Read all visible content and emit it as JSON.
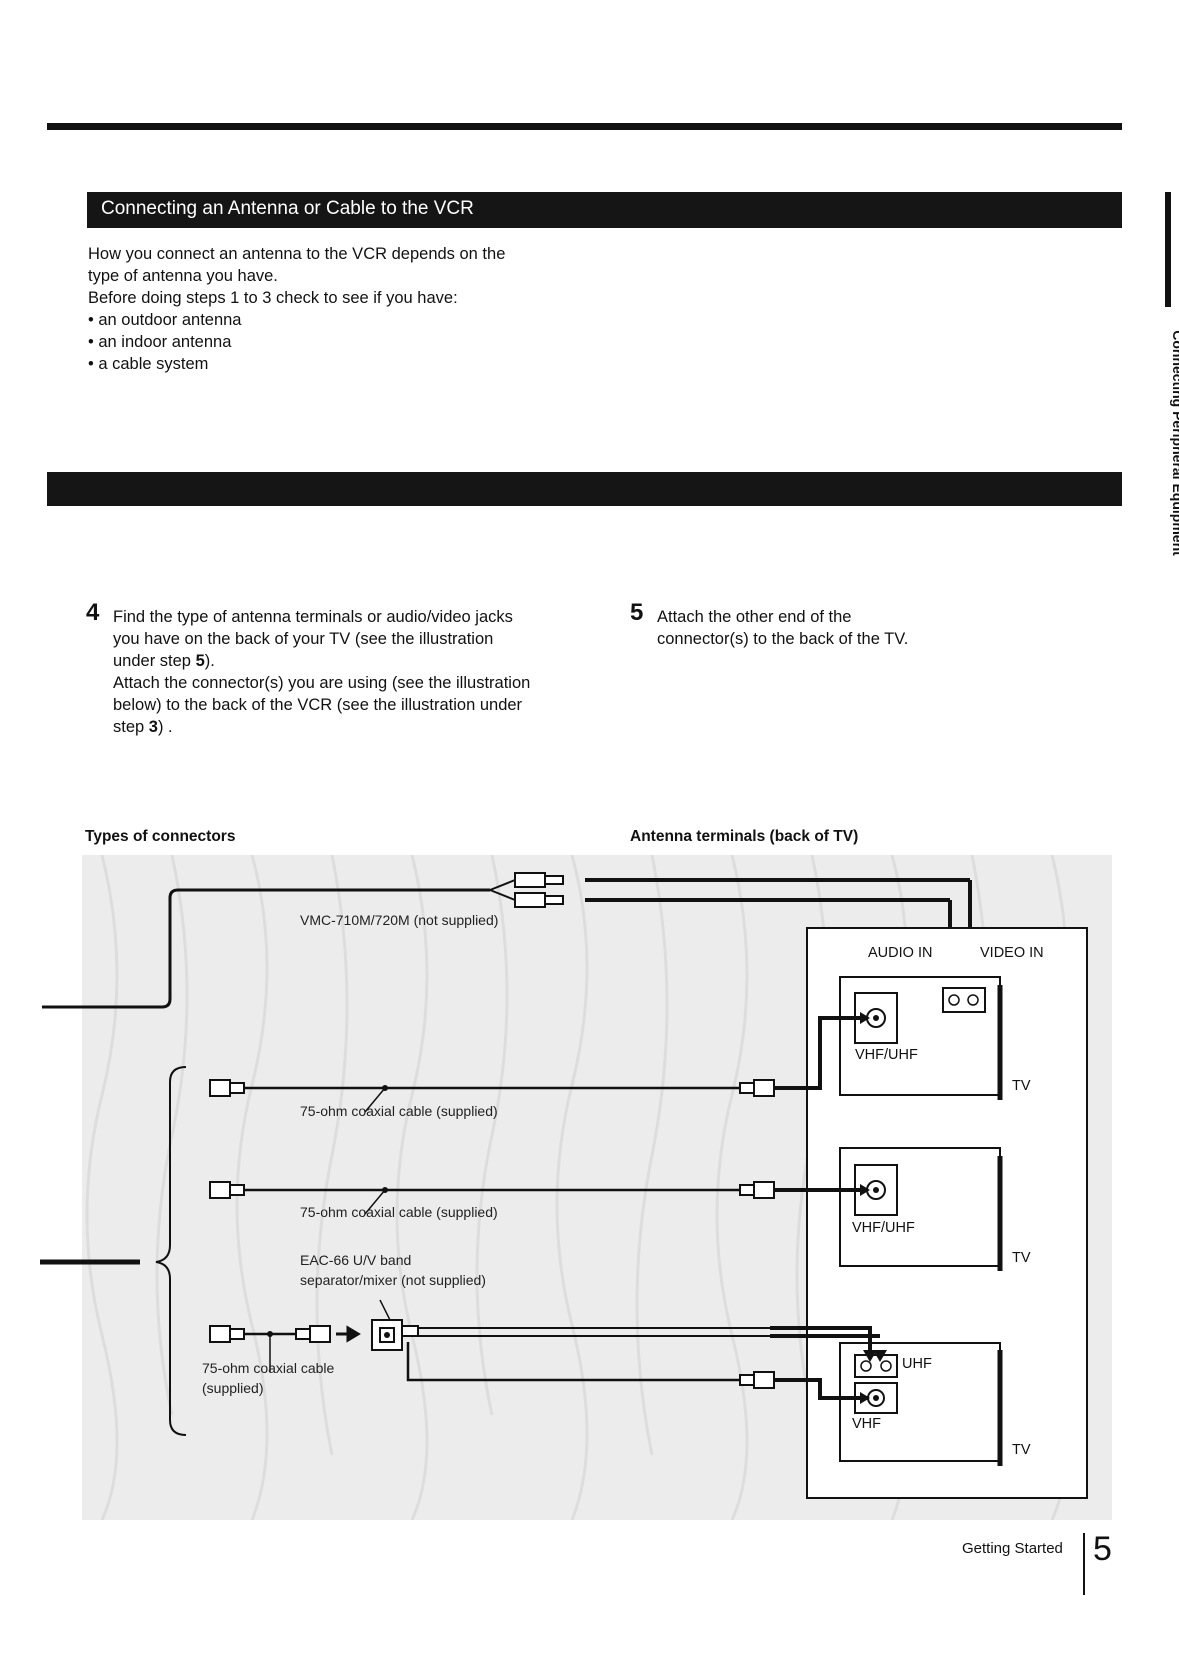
{
  "section": {
    "title": "Connecting an Antenna or Cable to the VCR"
  },
  "intro": {
    "line1": "How you connect an antenna to the VCR depends on the",
    "line2": "type of antenna you have.",
    "line3": "Before doing steps 1 to 3 check to see if you have:",
    "bullets": [
      "• an outdoor antenna",
      "• an indoor antenna",
      "• a cable system"
    ]
  },
  "side_tab": "Connecting Peripheral Equipment",
  "step4": {
    "number": "4",
    "l1": "Find the type of antenna terminals or audio/video jacks",
    "l2": "you have on the back of your TV (see the illustration",
    "l3a": "under step ",
    "l3b": "5",
    "l3c": ").",
    "l4": "Attach the connector(s) you are using (see the illustration",
    "l5": "below) to the back of the VCR (see the illustration under",
    "l6a": "step ",
    "l6b": "3",
    "l6c": ") ."
  },
  "step5": {
    "number": "5",
    "l1": "Attach the other end of the",
    "l2": "connector(s) to the back of the TV."
  },
  "captions": {
    "left": "Types of connectors",
    "right": "Antenna terminals (back of TV)"
  },
  "diagram": {
    "vmc": "VMC-710M/720M (not supplied)",
    "coax1": "75-ohm coaxial cable (supplied)",
    "coax2": "75-ohm coaxial cable (supplied)",
    "eac_l1": "EAC-66 U/V band",
    "eac_l2": "separator/mixer (not supplied)",
    "coax3_l1": "75-ohm coaxial cable",
    "coax3_l2": "(supplied)",
    "audio_in": "AUDIO IN",
    "video_in": "VIDEO IN",
    "vhf_uhf_1": "VHF/UHF",
    "vhf_uhf_2": "VHF/UHF",
    "uhf": "UHF",
    "vhf": "VHF",
    "tv1": "TV",
    "tv2": "TV",
    "tv3": "TV"
  },
  "footer": {
    "section": "Getting Started",
    "page": "5"
  }
}
